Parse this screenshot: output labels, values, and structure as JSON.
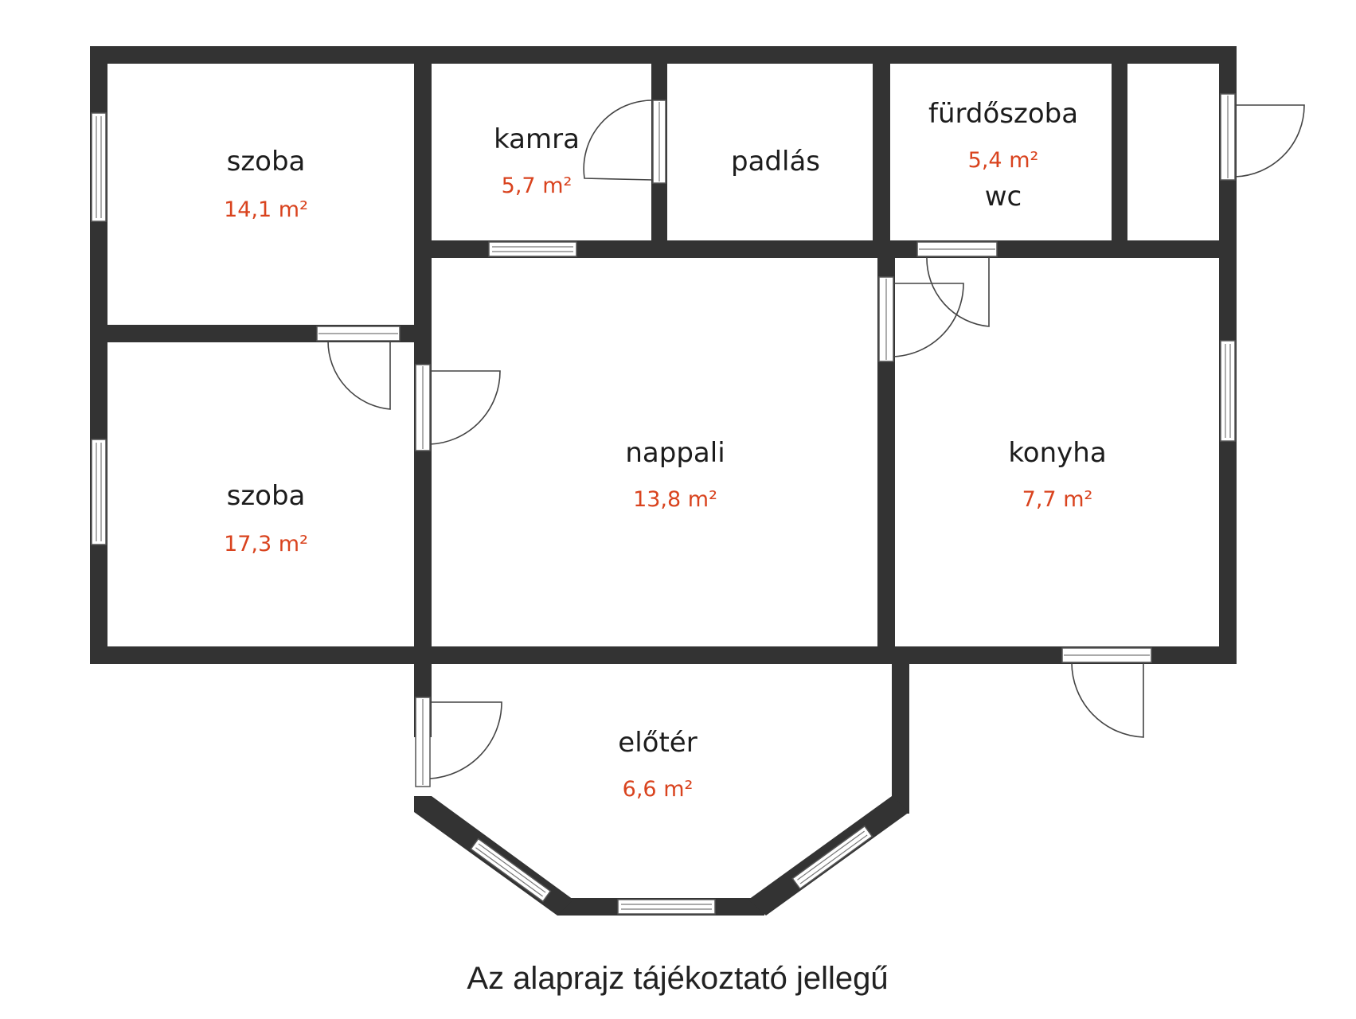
{
  "rooms": [
    {
      "id": "szoba-1",
      "name": "szoba",
      "area": "14,1 m²"
    },
    {
      "id": "kamra",
      "name": "kamra",
      "area": "5,7 m²"
    },
    {
      "id": "padlas",
      "name": "padlás",
      "area": ""
    },
    {
      "id": "furdoszoba",
      "name": "fürdőszoba",
      "area": "5,4 m²"
    },
    {
      "id": "wc",
      "name": "wc",
      "area": ""
    },
    {
      "id": "szoba-2",
      "name": "szoba",
      "area": "17,3 m²"
    },
    {
      "id": "nappali",
      "name": "nappali",
      "area": "13,8 m²"
    },
    {
      "id": "konyha",
      "name": "konyha",
      "area": "7,7 m²"
    },
    {
      "id": "eloter",
      "name": "előtér",
      "area": "6,6 m²"
    }
  ],
  "caption": "Az alaprajz tájékoztató jellegű",
  "colors": {
    "wall": "#333333",
    "area_text": "#d9431e",
    "label_text": "#1c1c1c"
  }
}
